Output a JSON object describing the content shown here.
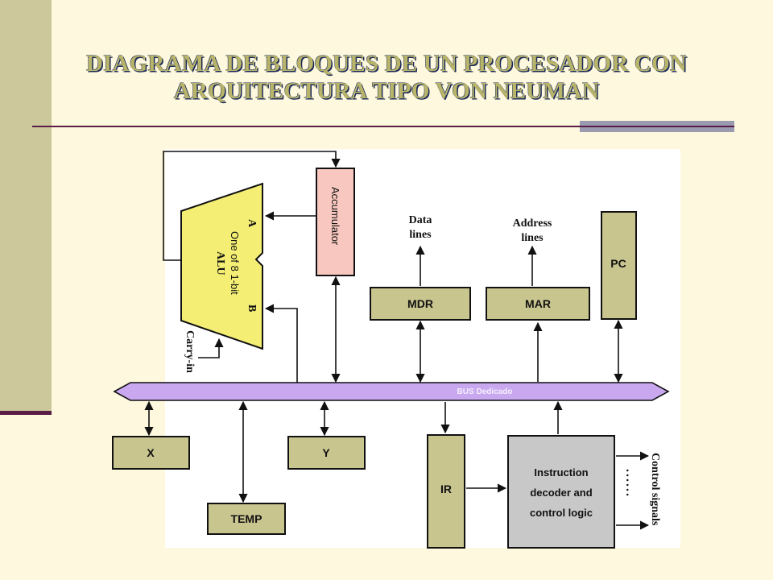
{
  "title": {
    "line1": "DIAGRAMA DE BLOQUES DE UN PROCESADOR CON",
    "line2": "ARQUITECTURA TIPO VON NEUMAN"
  },
  "diagram": {
    "alu": {
      "label": "ALU",
      "sublabel": "One of 8 1-bit",
      "input_a": "A",
      "input_b": "B",
      "carry": "Carry-in"
    },
    "accumulator": "Accumulator",
    "mdr": "MDR",
    "mar": "MAR",
    "pc": "PC",
    "data_lines_1": "Data",
    "data_lines_2": "lines",
    "address_lines_1": "Address",
    "address_lines_2": "lines",
    "bus": "BUS Dedicado",
    "x": "X",
    "y": "Y",
    "temp": "TEMP",
    "ir": "IR",
    "decoder_1": "Instruction",
    "decoder_2": "decoder and",
    "decoder_3": "control logic",
    "control_signals": "Control signals",
    "dots": "......"
  },
  "colors": {
    "background": "#fdf8de",
    "block_fill": "#c9c58f",
    "alu_fill": "#f4ee74",
    "accumulator_fill": "#f8c8c0",
    "bus_fill": "#c9a8f0",
    "decoder_fill": "#c8c8c8"
  }
}
